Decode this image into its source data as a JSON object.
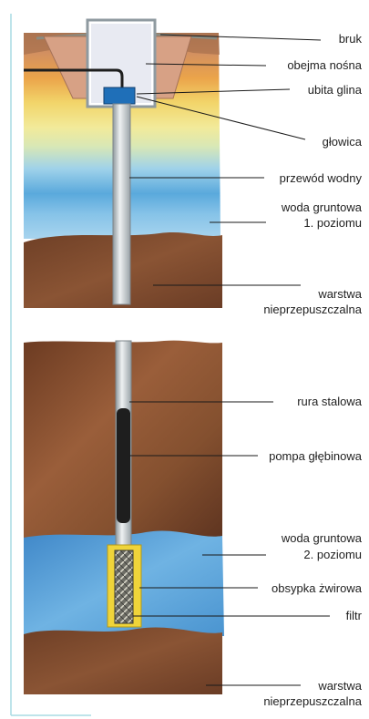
{
  "labels": {
    "bruk": "bruk",
    "obejma": "obejma nośna",
    "ubita": "ubita glina",
    "glowica": "głowica",
    "przewod": "przewód wodny",
    "woda1_a": "woda gruntowa",
    "woda1_b": "1. poziomu",
    "warstwa1_a": "warstwa",
    "warstwa1_b": "nieprzepuszczalna",
    "rura": "rura stalowa",
    "pompa": "pompa głębinowa",
    "woda2_a": "woda gruntowa",
    "woda2_b": "2. poziomu",
    "obsypka": "obsypka żwirowa",
    "filtr": "filtr",
    "warstwa2_a": "warstwa",
    "warstwa2_b": "nieprzepuszczalna"
  },
  "colors": {
    "frame_border": "#9ed6e0",
    "soil": "#7a4a2e",
    "water": "#5aa3d6",
    "sand_yellow": "#e8c85a",
    "gravel_yellow": "#efd43a",
    "pipe": "#c6cccf",
    "pump": "#1e1e1e",
    "clay_blue": "#1f6fb8"
  }
}
